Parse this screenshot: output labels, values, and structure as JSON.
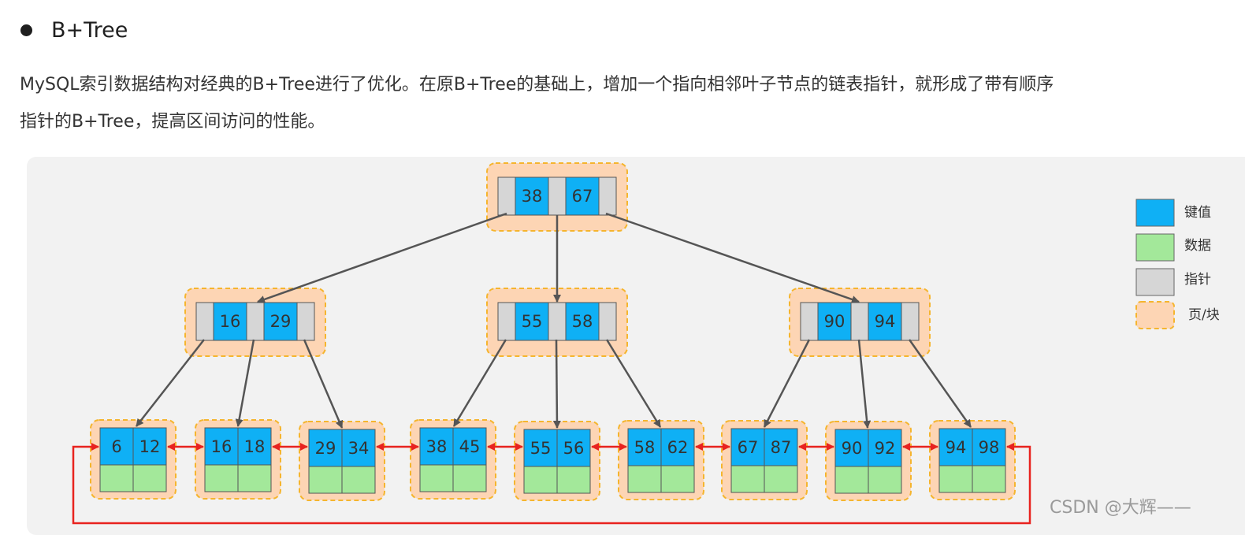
{
  "heading": "B+Tree",
  "paragraph": {
    "line1": "MySQL索引数据结构对经典的B+Tree进行了优化。在原B+Tree的基础上，增加一个指向相邻叶子节点的链表指针，就形成了带有顺序",
    "line2": "指针的B+Tree，提高区间访问的性能。"
  },
  "tree": {
    "root": [
      "38",
      "67"
    ],
    "internal": [
      [
        "16",
        "29"
      ],
      [
        "55",
        "58"
      ],
      [
        "90",
        "94"
      ]
    ],
    "leaves": [
      [
        "6",
        "12"
      ],
      [
        "16",
        "18"
      ],
      [
        "29",
        "34"
      ],
      [
        "38",
        "45"
      ],
      [
        "55",
        "56"
      ],
      [
        "58",
        "62"
      ],
      [
        "67",
        "87"
      ],
      [
        "90",
        "92"
      ],
      [
        "94",
        "98"
      ]
    ]
  },
  "legend": {
    "key": "键值",
    "data": "数据",
    "pointer": "指针",
    "page": "页/块"
  },
  "colors": {
    "key": "#0fb0f5",
    "data": "#a3e89a",
    "pointer": "#d6d6d6",
    "page_fill": "#fdd5b4",
    "page_border": "#f5b52e",
    "tree_arrow": "#555555",
    "leaf_link": "#e8231f"
  },
  "watermark": "CSDN @大辉——"
}
